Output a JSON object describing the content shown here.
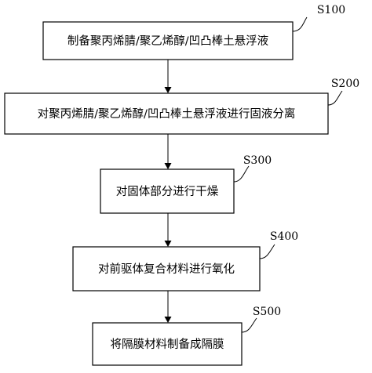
{
  "steps": [
    {
      "id": "S100",
      "label": "制备聚丙烯腈/聚乙烯醇/凹凸棒土悬浮液"
    },
    {
      "id": "S200",
      "label": "对聚丙烯腈/聚乙烯醇/凹凸棒土悬浮液进行固液分离"
    },
    {
      "id": "S300",
      "label": "对固体部分进行干燥"
    },
    {
      "id": "S400",
      "label": "对前驱体复合材料进行氧化"
    },
    {
      "id": "S500",
      "label": "将隔膜材料制备成隔膜"
    }
  ]
}
